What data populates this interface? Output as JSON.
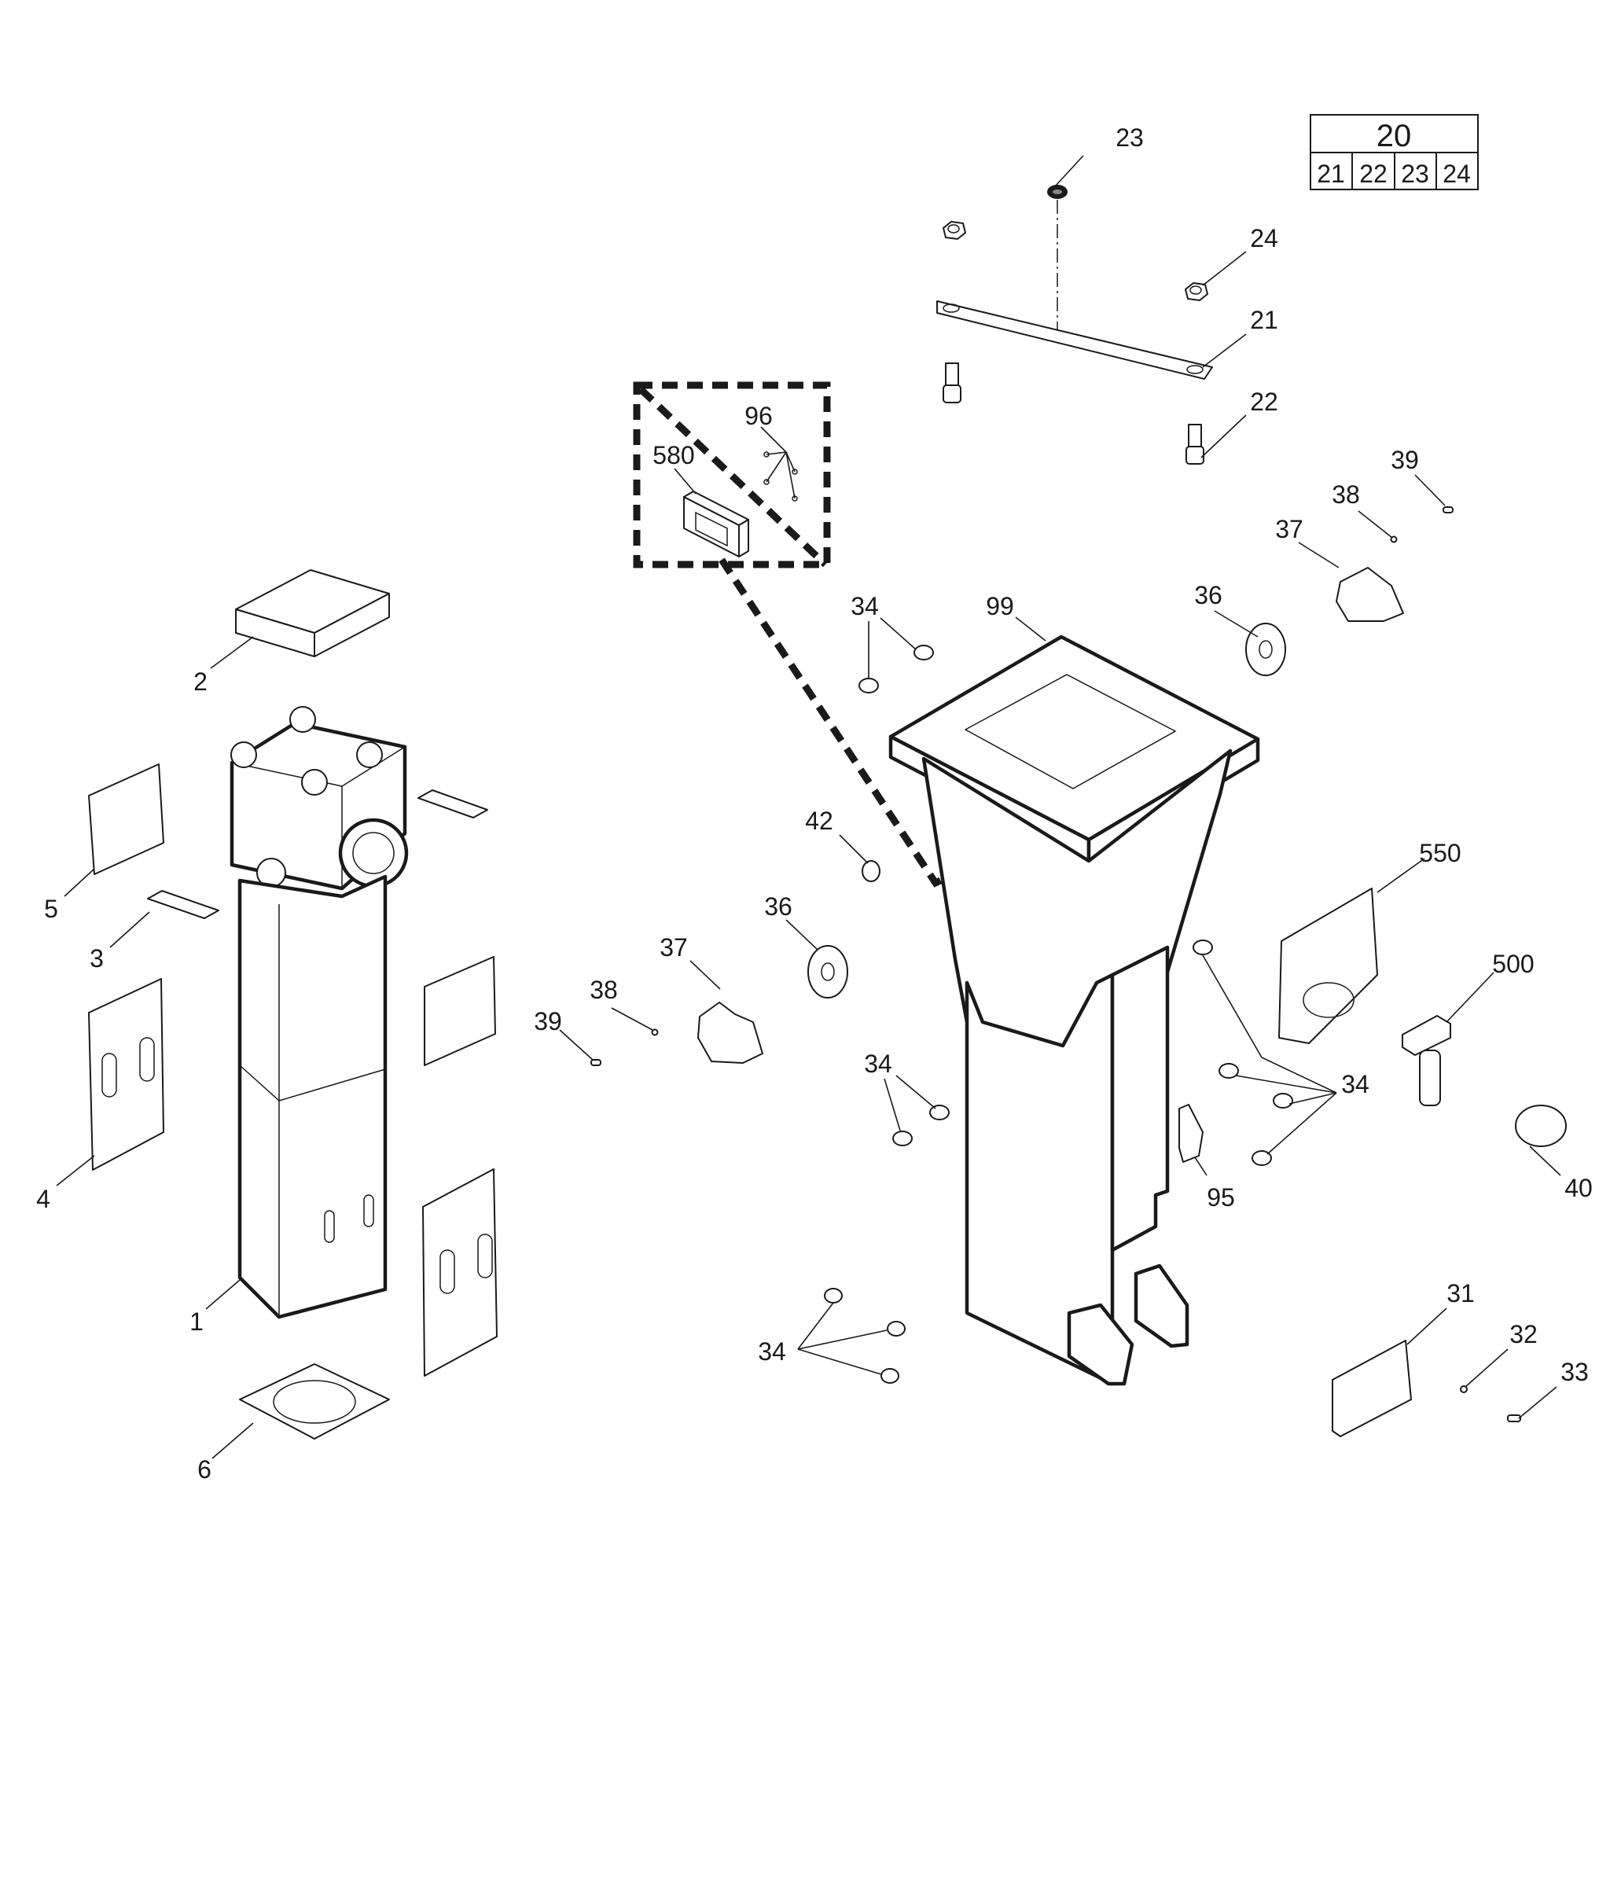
{
  "diagram": {
    "type": "exploded-parts-diagram",
    "kit_table": {
      "kit": "20",
      "components": [
        "21",
        "22",
        "23",
        "24"
      ]
    },
    "callouts": {
      "c1": "1",
      "c2": "2",
      "c3": "3",
      "c4": "4",
      "c5": "5",
      "c6": "6",
      "c21": "21",
      "c22": "22",
      "c23": "23",
      "c24": "24",
      "c31": "31",
      "c32": "32",
      "c33": "33",
      "c34a": "34",
      "c34b": "34",
      "c34c": "34",
      "c34d": "34",
      "c36a": "36",
      "c36b": "36",
      "c37a": "37",
      "c37b": "37",
      "c38a": "38",
      "c38b": "38",
      "c39a": "39",
      "c39b": "39",
      "c40": "40",
      "c42": "42",
      "c95": "95",
      "c96": "96",
      "c99": "99",
      "c500": "500",
      "c550": "550",
      "c580": "580"
    }
  }
}
